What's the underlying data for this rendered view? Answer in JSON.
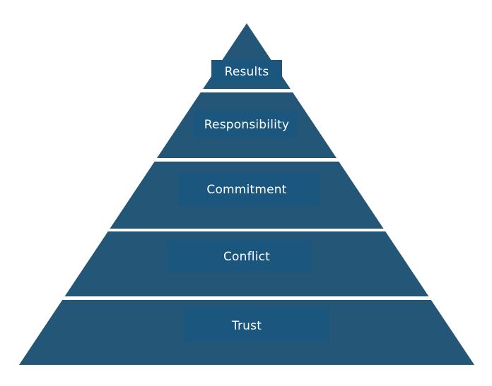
{
  "diagram": {
    "type": "pyramid",
    "name": "team-pyramid",
    "levels": [
      {
        "id": "results",
        "label": "Results"
      },
      {
        "id": "responsibility",
        "label": "Responsibility"
      },
      {
        "id": "commitment",
        "label": "Commitment"
      },
      {
        "id": "conflict",
        "label": "Conflict"
      },
      {
        "id": "trust",
        "label": "Trust"
      }
    ],
    "colors": {
      "pyramid_fill": "#235677",
      "label_box_fill": "#1a567e",
      "divider": "#ffffff",
      "text": "#ffffff",
      "background": "#ffffff"
    }
  }
}
